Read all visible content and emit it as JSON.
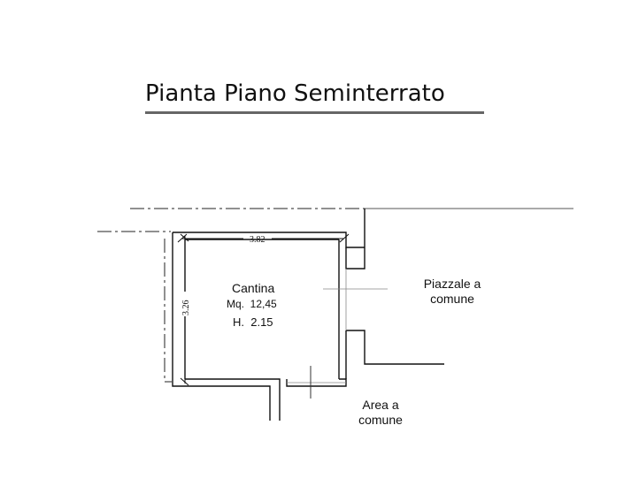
{
  "title": "Pianta Piano Seminterrato",
  "room": {
    "name": "Cantina",
    "area": "Mq.  12,45",
    "height": "H.  2.15"
  },
  "dimensions": {
    "width": "3.82",
    "depth": "3.26"
  },
  "labels": {
    "piazzale_line1": "Piazzale a",
    "piazzale_line2": "comune",
    "area_line1": "Area a",
    "area_line2": "comune"
  },
  "colors": {
    "wall": "#111111",
    "title_rule": "#666666",
    "dashed_boundary": "#222222"
  }
}
